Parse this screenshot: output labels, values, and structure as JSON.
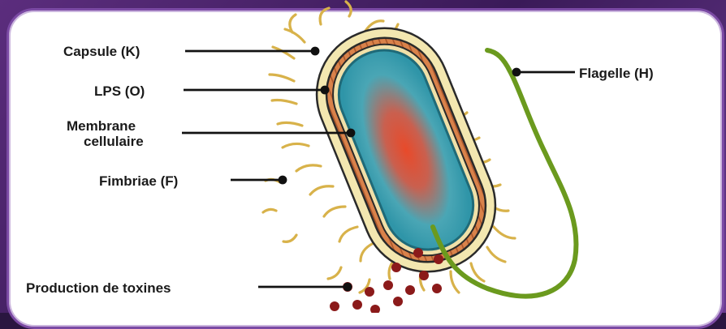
{
  "labels": {
    "capsule": "Capsule (K)",
    "lps": "LPS (O)",
    "membrane_line1": "Membrane",
    "membrane_line2": "cellulaire",
    "fimbriae": "Fimbriae (F)",
    "toxins": "Production de toxines",
    "flagelle": "Flagelle (H)"
  },
  "colors": {
    "frame": "#5b2d7d",
    "capsule": "#f3e7b0",
    "wall": "#d9824a",
    "cytoplasm": "#3fa7b8",
    "nucleoid": "#e0523a",
    "fimbriae": "#d8b24a",
    "flagellum": "#6b9a1e",
    "toxins": "#8b1a1a"
  }
}
